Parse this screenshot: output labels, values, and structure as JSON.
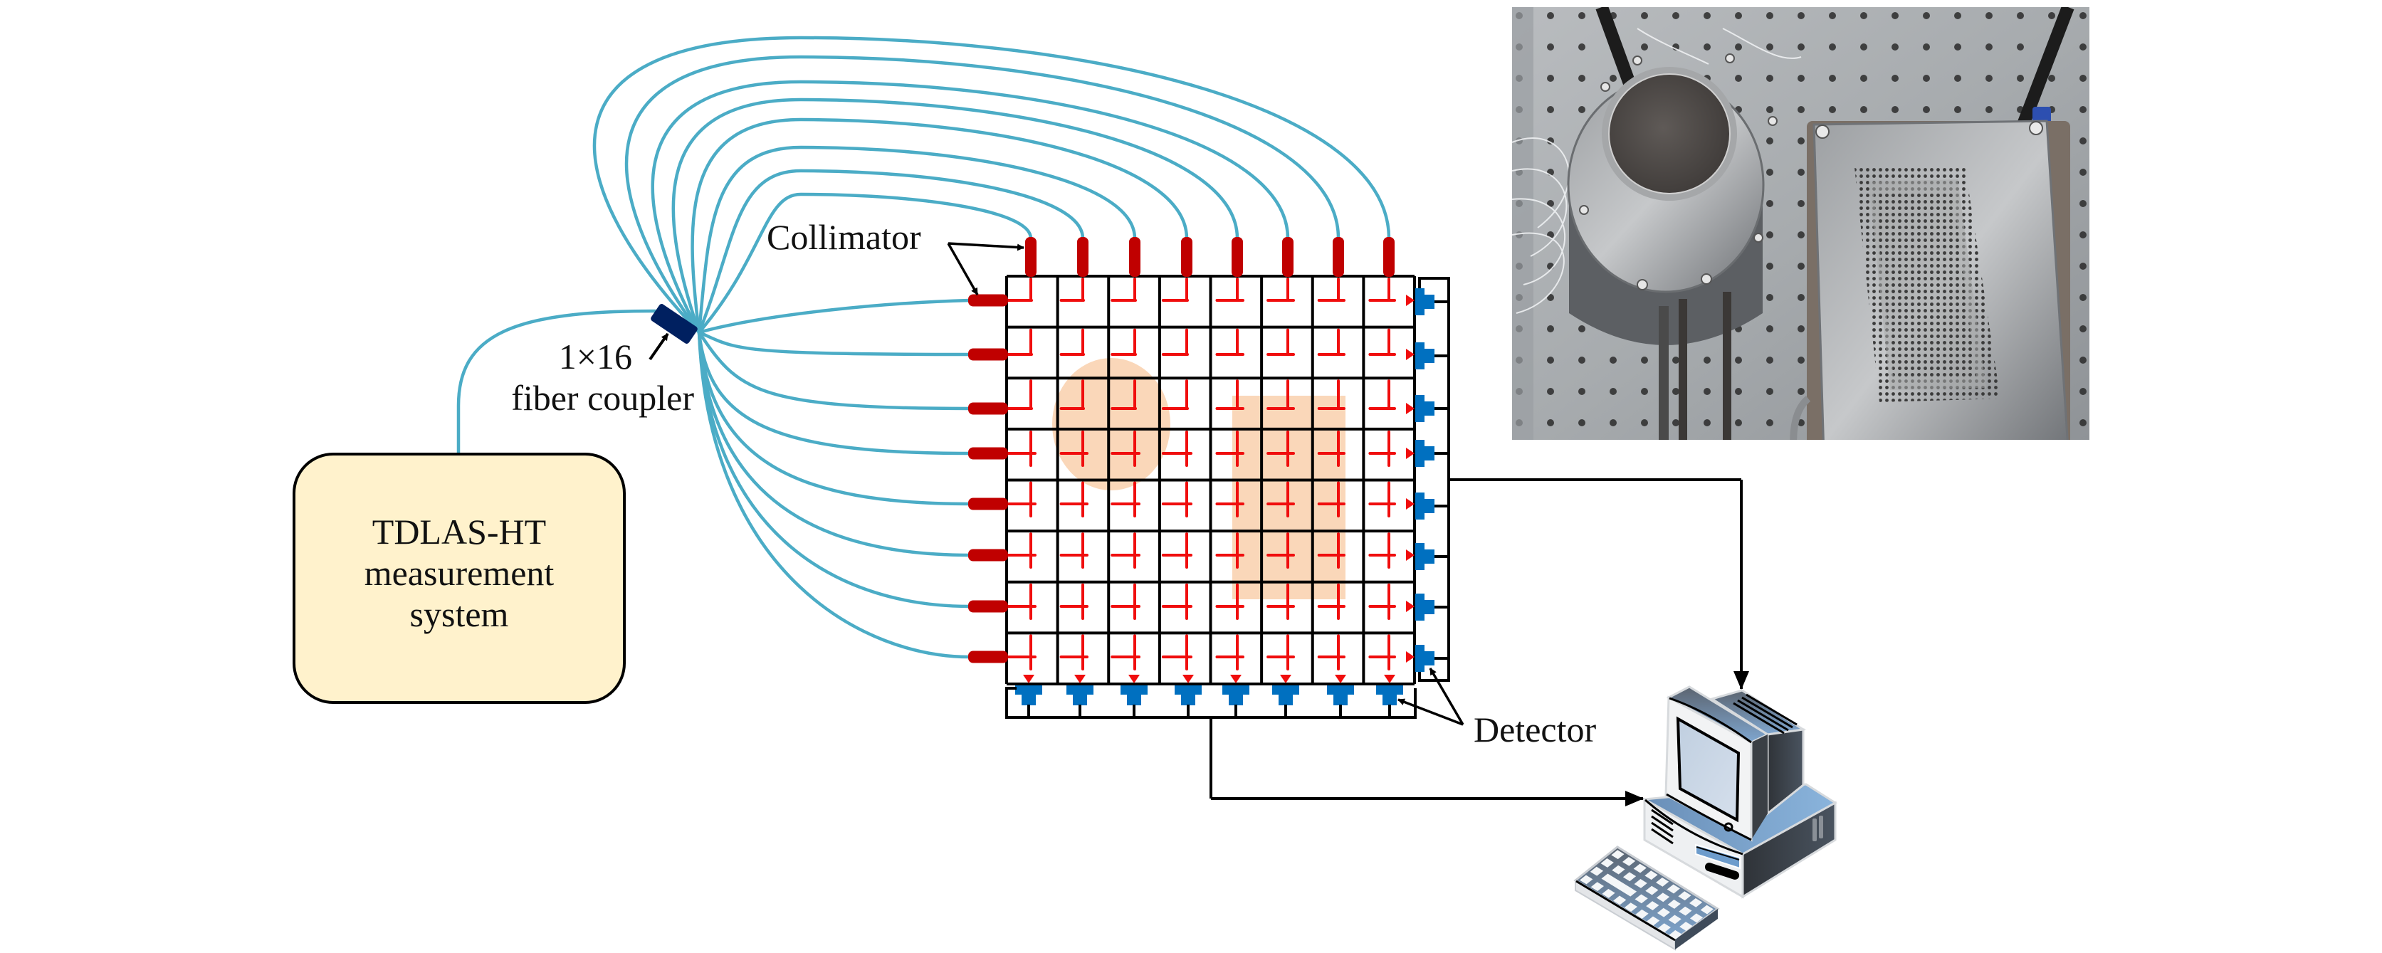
{
  "figure": {
    "type": "experimental setup schematic",
    "colors": {
      "fiber": "#4bacc6",
      "coupler": "#002060",
      "collimator": "#c00000",
      "laser_ray": "#f00d0d",
      "detector": "#0070c0",
      "hot_spot": "#fad7b9",
      "system_box_fill": "#fff2cc",
      "wire": "#000000"
    }
  },
  "system_box": {
    "line1": "TDLAS-HT",
    "line2": "measurement",
    "line3": "system"
  },
  "coupler": {
    "ratio_label": "1×16",
    "name_label": "fiber coupler",
    "inputs": 1,
    "outputs": 16
  },
  "labels": {
    "collimator": "Collimator",
    "detector": "Detector"
  },
  "grid": {
    "rows": 8,
    "cols": 8,
    "top_collimators": 8,
    "left_collimators": 8,
    "bottom_detectors": 8,
    "right_detectors": 8,
    "hot_spots": [
      {
        "shape": "ellipse",
        "name": "flame-zone-round"
      },
      {
        "shape": "rectangle",
        "name": "flame-zone-rect"
      }
    ]
  },
  "photo": {
    "description": "Photograph of burner setup: round burner and rectangular perforated burner on optical table"
  }
}
